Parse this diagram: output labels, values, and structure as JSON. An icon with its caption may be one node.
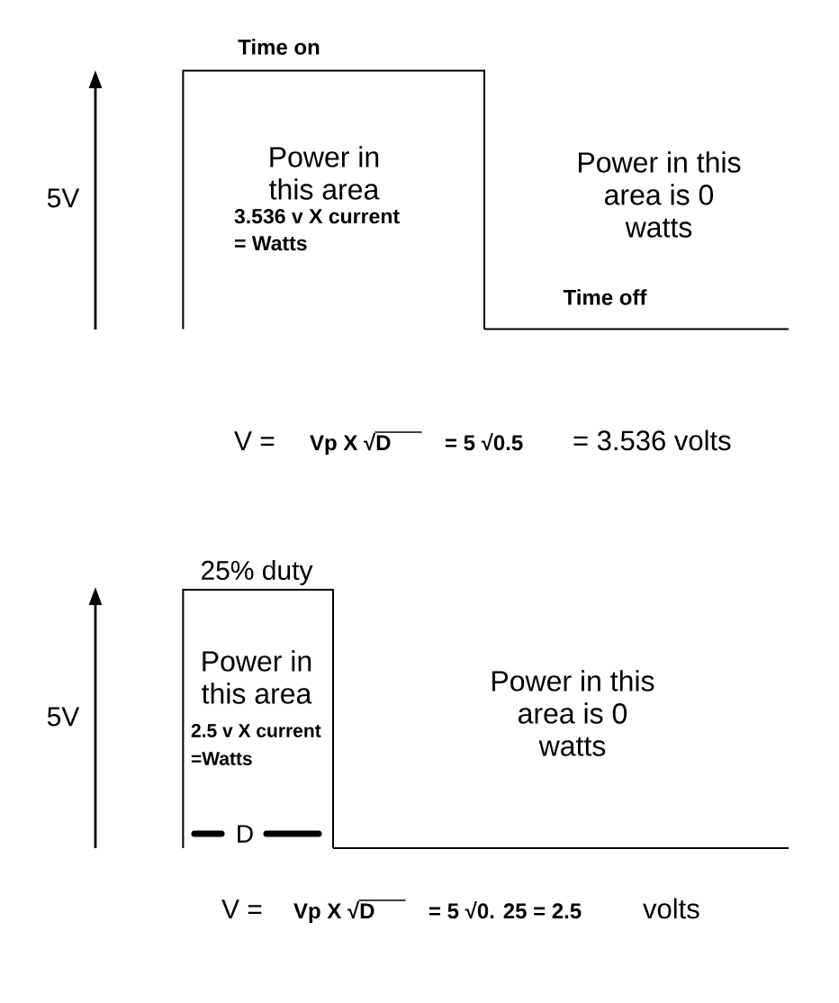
{
  "diagram": {
    "nodes": [
      {
        "text": [
          "Time on",
          "Power in this area",
          "3.536 v X current = Watts"
        ]
      },
      {
        "text": [
          "25% duty",
          "Power in this area",
          "2.5 v X current =Watts",
          "D"
        ]
      }
    ],
    "labels": [
      "5V",
      "Power in this area is 0 watts",
      "Time off",
      "V =",
      "Vp X √D",
      "= 5 √0.5",
      "= 3.536 volts",
      "5V",
      "Power in this area is 0 watts",
      "V =",
      "Vp X √D",
      "= 5 √0. 25 = 2.5",
      "volts"
    ]
  }
}
